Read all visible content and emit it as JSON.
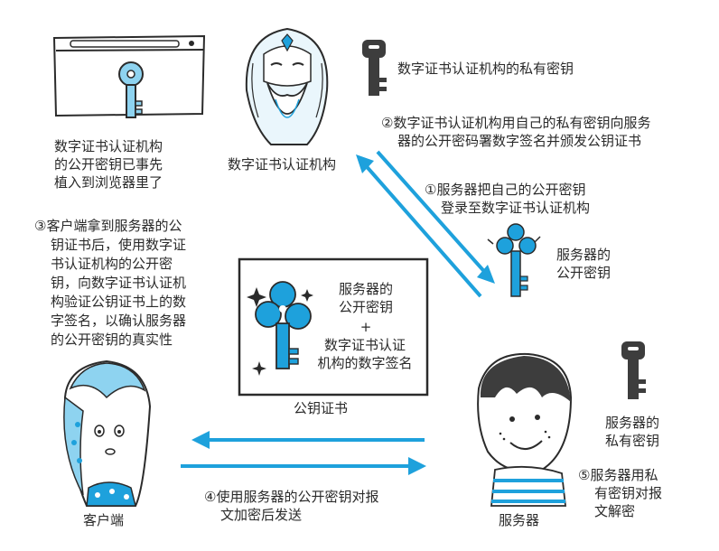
{
  "texts": {
    "ca_public_key_preinstalled": [
      "数字证书认证机构",
      "的公开密钥已事先",
      "植入到浏览器里了"
    ],
    "ca_label": "数字证书认证机构",
    "ca_private_key": "数字证书认证机构的私有密钥",
    "step2": [
      "②数字证书认证机构用自己的私有密钥向服务",
      "器的公开密码署数字签名并颁发公钥证书"
    ],
    "step1": [
      "①服务器把自己的公开密钥",
      "登录至数字证书认证机构"
    ],
    "server_public_key": [
      "服务器的",
      "公开密钥"
    ],
    "step3": [
      "③客户端拿到服务器的公",
      "钥证书后，使用数字证",
      "书认证机构的公开密",
      "钥，向数字证书认证机",
      "构验证公钥证书上的数",
      "字签名，以确认服务器",
      "的公开密钥的真实性"
    ],
    "cert_content_top": [
      "服务器的",
      "公开密钥"
    ],
    "cert_plus": "+",
    "cert_content_bottom": [
      "数字证书认证",
      "机构的数字签名"
    ],
    "cert_caption": "公钥证书",
    "client_label": "客户端",
    "server_label": "服务器",
    "server_private_key": [
      "服务器的",
      "私有密钥"
    ],
    "step5": [
      "⑤服务器用私",
      "有密钥对报",
      "文解密"
    ],
    "step4": [
      "④使用服务器的公开密钥对报",
      "文加密后发送"
    ]
  },
  "colors": {
    "accent": "#1ea1dc",
    "ink": "#2b2b2b",
    "dark_key": "#3d3d3d",
    "light_blue": "#8ed3f0"
  },
  "icons": [
    "browser-window-icon",
    "key-icon",
    "ca-character-icon",
    "server-character-icon",
    "client-character-icon",
    "certificate-icon",
    "arrow-icon",
    "sparkle-icon"
  ]
}
